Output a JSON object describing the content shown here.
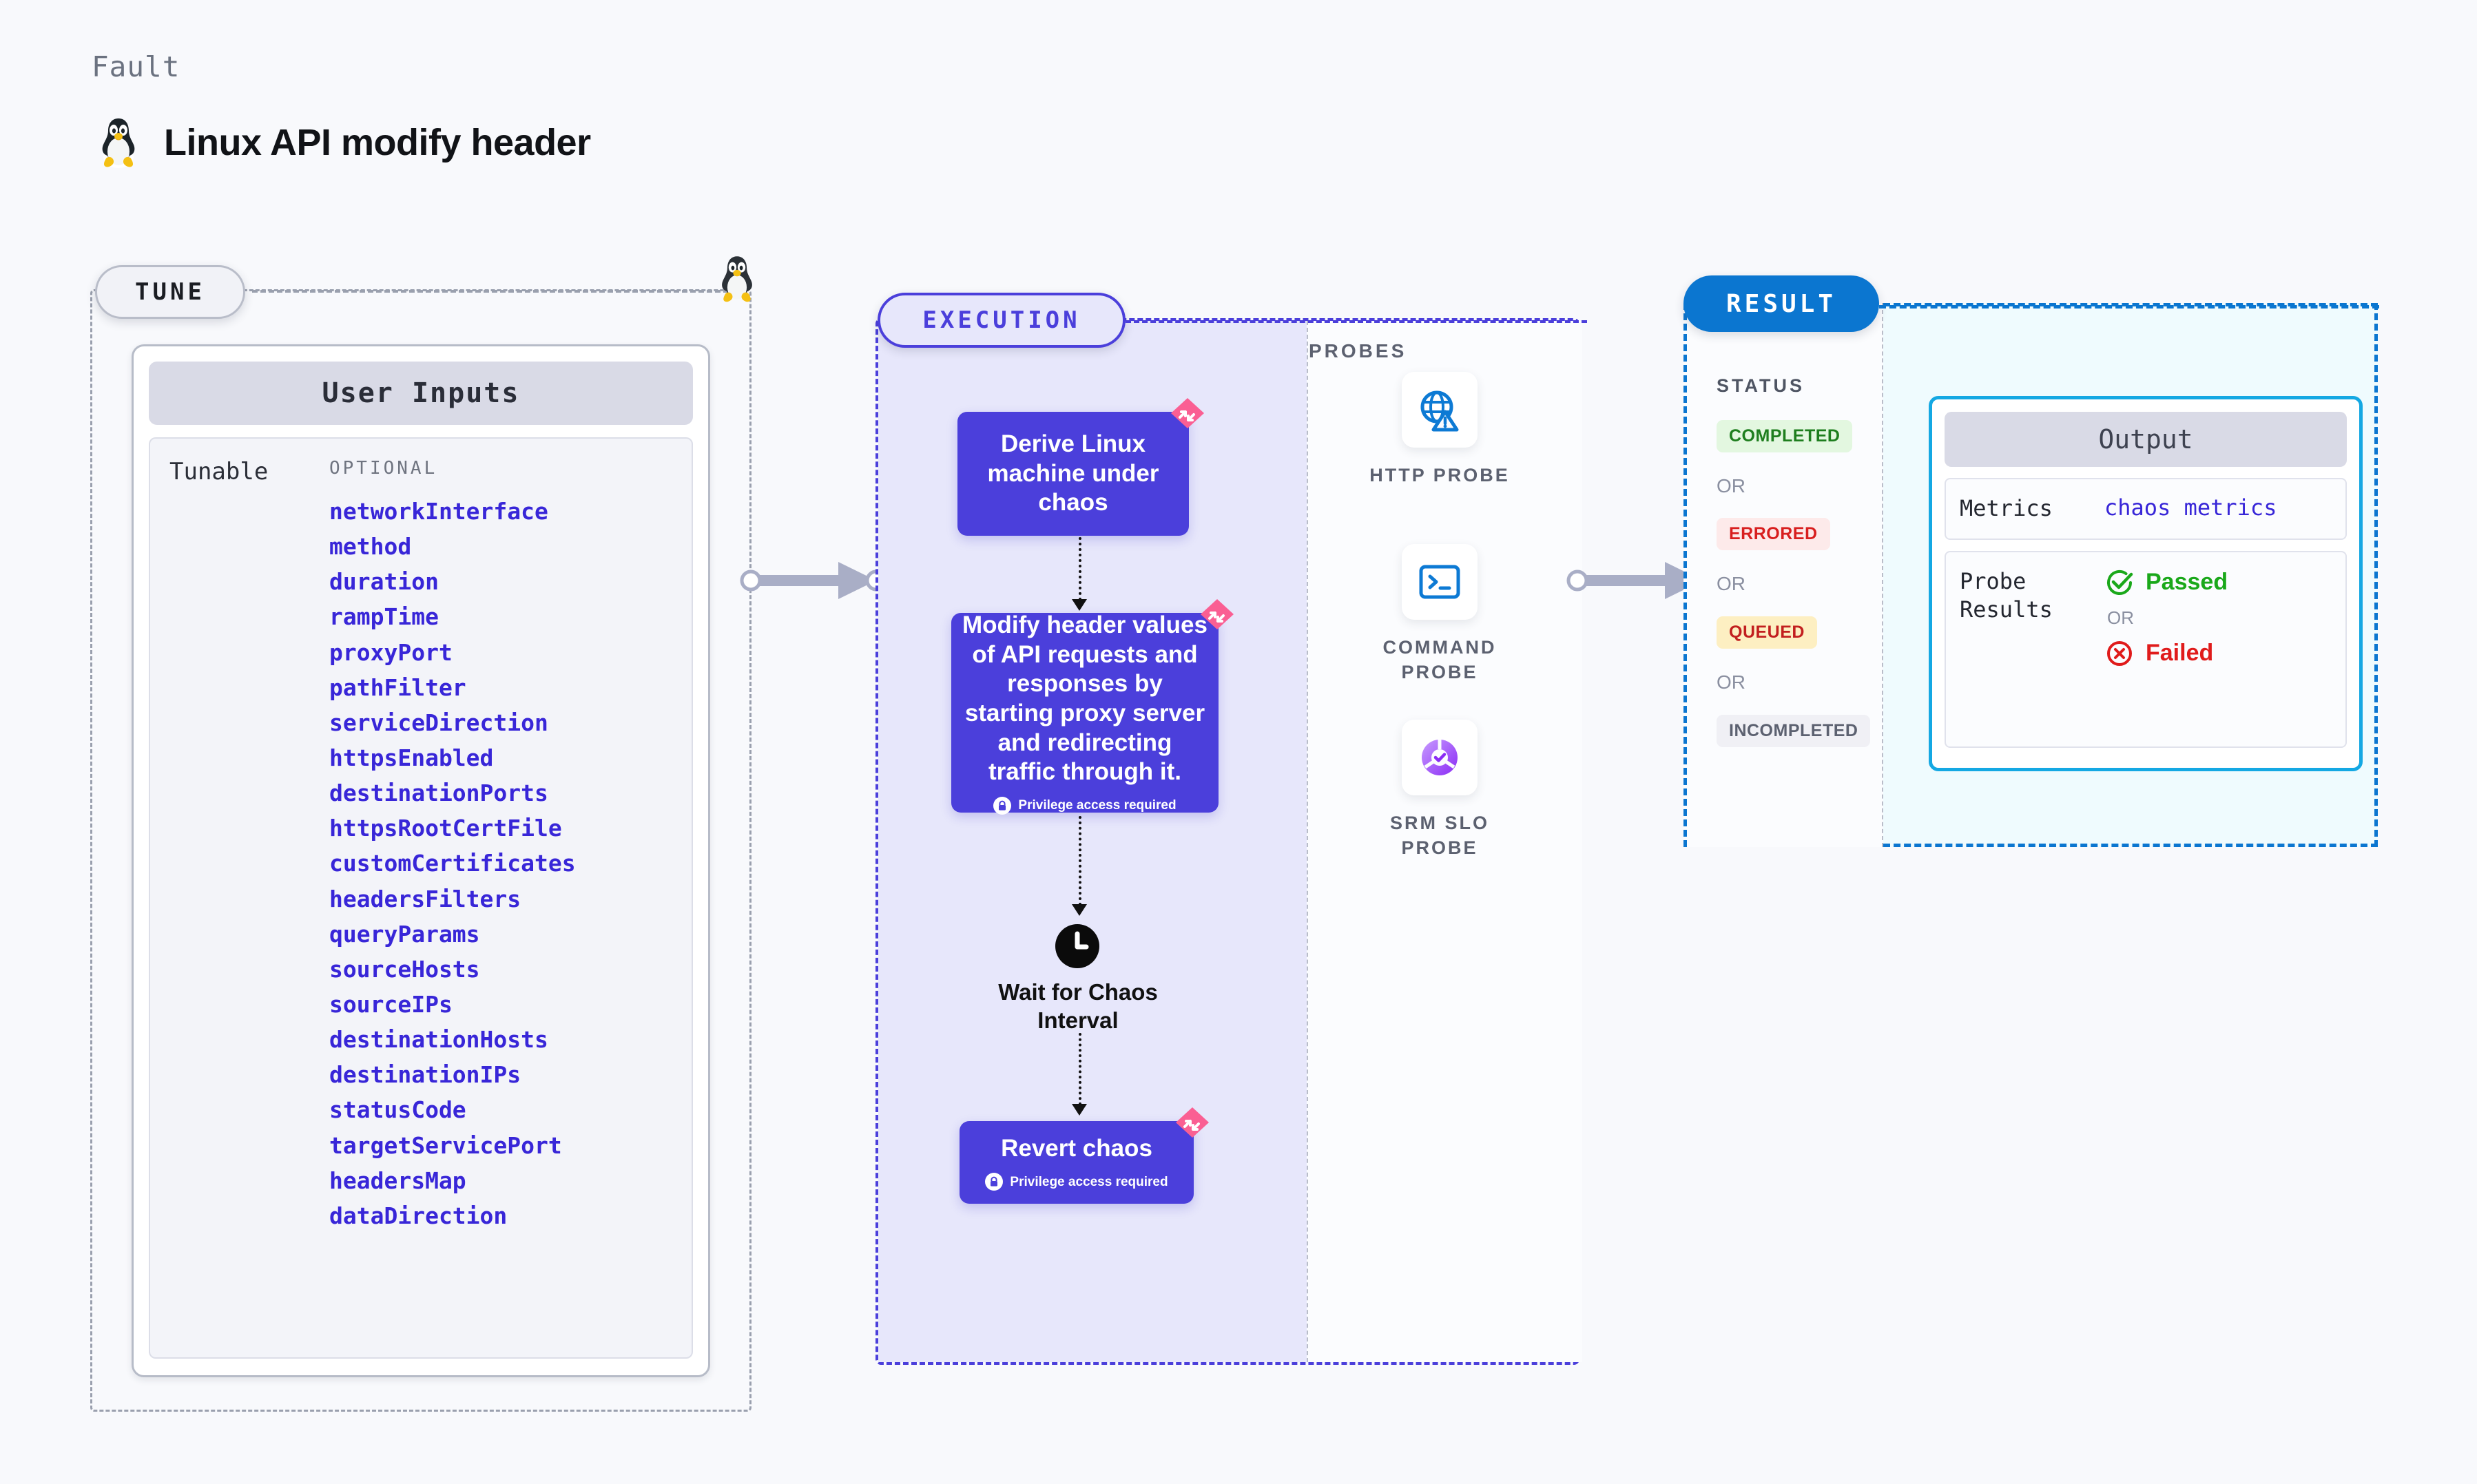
{
  "header": {
    "eyebrow": "Fault",
    "title": "Linux API modify header",
    "os_icon": "linux-tux-icon"
  },
  "tune": {
    "pill_label": "TUNE",
    "card_title": "User Inputs",
    "row_label": "Tunable",
    "group_label": "OPTIONAL",
    "parameters": [
      "networkInterface",
      "method",
      "duration",
      "rampTime",
      "proxyPort",
      "pathFilter",
      "serviceDirection",
      "httpsEnabled",
      "destinationPorts",
      "httpsRootCertFile",
      "customCertificates",
      "headersFilters",
      "queryParams",
      "sourceHosts",
      "sourceIPs",
      "destinationHosts",
      "destinationIPs",
      "statusCode",
      "targetServicePort",
      "headersMap",
      "dataDirection"
    ]
  },
  "execution": {
    "pill_label": "EXECUTION",
    "nodes": [
      {
        "id": "derive",
        "label": "Derive Linux machine under chaos",
        "privilege": null,
        "ribbon": true
      },
      {
        "id": "modify",
        "label": "Modify header values of API requests and responses by starting proxy server and redirecting traffic through it.",
        "privilege": "Privilege access required",
        "ribbon": true
      },
      {
        "id": "wait",
        "label": "Wait for Chaos Interval",
        "privilege": null,
        "ribbon": false
      },
      {
        "id": "revert",
        "label": "Revert chaos",
        "privilege": "Privilege access required",
        "ribbon": true
      }
    ]
  },
  "probes": {
    "section_label": "PROBES",
    "items": [
      {
        "name": "HTTP PROBE",
        "icon": "globe-warning-icon"
      },
      {
        "name": "COMMAND PROBE",
        "icon": "terminal-icon"
      },
      {
        "name": "SRM SLO PROBE",
        "icon": "slo-donut-check-icon"
      }
    ]
  },
  "result": {
    "pill_label": "RESULT",
    "status_label": "STATUS",
    "or_label": "OR",
    "statuses": [
      {
        "label": "COMPLETED",
        "color": "#1e7e1e",
        "bg": "#e3f7e0"
      },
      {
        "label": "ERRORED",
        "color": "#d81f1f",
        "bg": "#fdeaea"
      },
      {
        "label": "QUEUED",
        "color": "#c21f1f",
        "bg": "#fdefc2"
      },
      {
        "label": "INCOMPLETED",
        "color": "#5c6170",
        "bg": "#f0f0f5"
      }
    ],
    "output": {
      "title": "Output",
      "metrics_key": "Metrics",
      "metrics_value": "chaos metrics",
      "probe_results_key": "Probe Results",
      "passed_label": "Passed",
      "failed_label": "Failed",
      "or_label": "OR"
    }
  },
  "colors": {
    "accent_purple": "#4b3fdb",
    "accent_blue": "#0b76d0",
    "accent_cyan": "#14a8e3",
    "param_blue": "#3826d8",
    "ribbon_pink": "#fa5f93",
    "pass_green": "#1aa81a",
    "fail_red": "#e01b1b",
    "page_bg": "#f8f9fc"
  }
}
